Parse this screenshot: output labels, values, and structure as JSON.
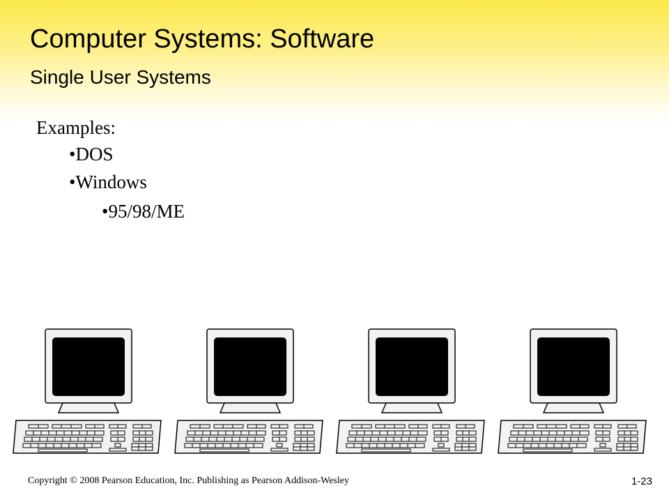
{
  "slide": {
    "title": "Computer Systems: Software",
    "subtitle": "Single User Systems"
  },
  "content": {
    "intro": "Examples:",
    "bullets": [
      {
        "text": "•DOS"
      },
      {
        "text": "•Windows"
      },
      {
        "text": "•95/98/ME"
      }
    ]
  },
  "illustration": {
    "computer_count": 4,
    "icon": "desktop-computer-icon"
  },
  "footer": {
    "copyright": "Copyright © 2008 Pearson Education, Inc. Publishing as Pearson Addison-Wesley",
    "slide_number": "1-23"
  }
}
